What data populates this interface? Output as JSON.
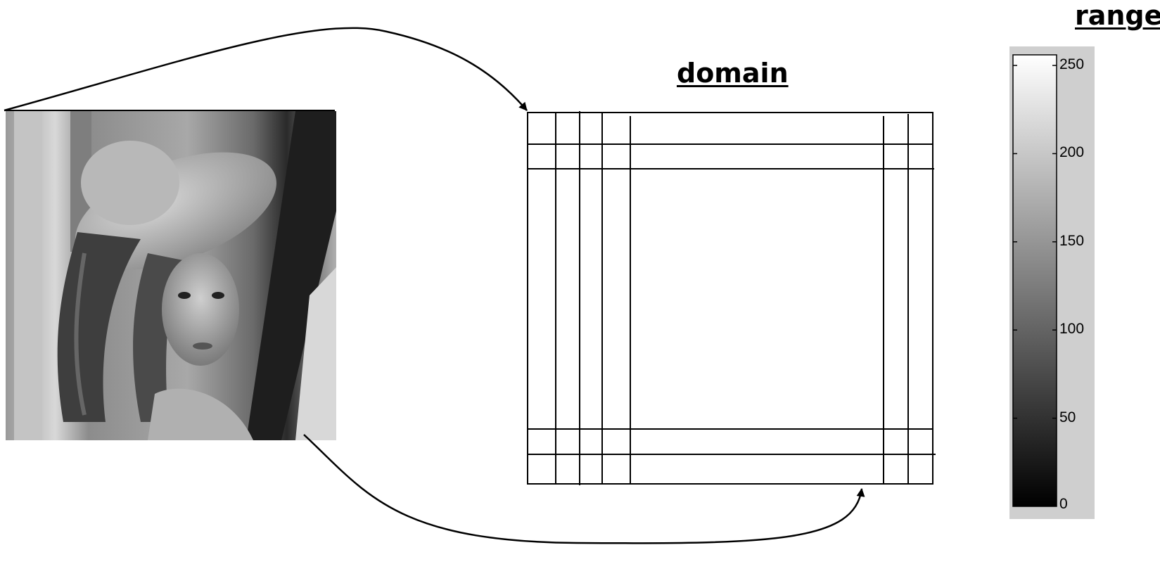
{
  "labels": {
    "domain": "domain",
    "range": "range"
  },
  "colorbar": {
    "ticks": [
      "250",
      "200",
      "150",
      "100",
      "50",
      "0"
    ],
    "min": 0,
    "max": 255
  },
  "photo": {
    "subject": "grayscale portrait of a woman wearing a wide-brimmed hat"
  }
}
